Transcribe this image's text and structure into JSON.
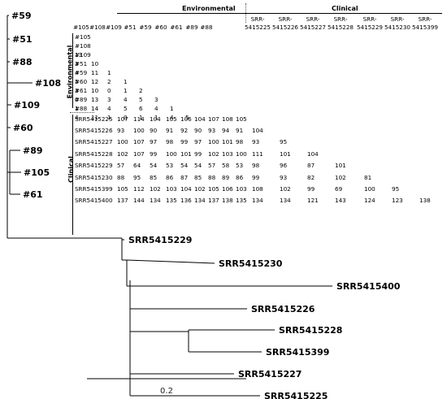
{
  "tree": {
    "leaves": [
      {
        "id": "#59",
        "label": "#59"
      },
      {
        "id": "#51",
        "label": "#51"
      },
      {
        "id": "#88",
        "label": "#88"
      },
      {
        "id": "#108",
        "label": "#108"
      },
      {
        "id": "#109",
        "label": "#109"
      },
      {
        "id": "#60",
        "label": "#60"
      },
      {
        "id": "#89",
        "label": "#89"
      },
      {
        "id": "#105",
        "label": "#105"
      },
      {
        "id": "#61",
        "label": "#61"
      },
      {
        "id": "SRR5415229",
        "label": "SRR5415229"
      },
      {
        "id": "SRR5415230",
        "label": "SRR5415230"
      },
      {
        "id": "SRR5415400",
        "label": "SRR5415400"
      },
      {
        "id": "SRR5415226",
        "label": "SRR5415226"
      },
      {
        "id": "SRR5415228",
        "label": "SRR5415228"
      },
      {
        "id": "SRR5415399",
        "label": "SRR5415399"
      },
      {
        "id": "SRR5415227",
        "label": "SRR5415227"
      },
      {
        "id": "SRR5415225",
        "label": "SRR5415225"
      }
    ],
    "scale_label": "0.2"
  },
  "matrix": {
    "group_environmental": "Environmental",
    "group_clinical": "Clinical",
    "env_columns": [
      "#105",
      "#108",
      "#109",
      "#51",
      "#59",
      "#60",
      "#61",
      "#89",
      "#88"
    ],
    "clin_columns": [
      {
        "top": "SRR-",
        "bottom": "5415225"
      },
      {
        "top": "SRR-",
        "bottom": "5415226"
      },
      {
        "top": "SRR-",
        "bottom": "5415227"
      },
      {
        "top": "SRR-",
        "bottom": "5415228"
      },
      {
        "top": "SRR-",
        "bottom": "5415229"
      },
      {
        "top": "SRR-",
        "bottom": "5415230"
      },
      {
        "top": "SRR-",
        "bottom": "5415399"
      }
    ],
    "env_rows": [
      {
        "label": "#105",
        "values": []
      },
      {
        "label": "#108",
        "values": [
          "13"
        ]
      },
      {
        "label": "#109",
        "values": [
          "3",
          "10"
        ]
      },
      {
        "label": "#51",
        "values": [
          "4",
          "11",
          "1"
        ]
      },
      {
        "label": "#59",
        "values": [
          "5",
          "12",
          "2",
          "1"
        ]
      },
      {
        "label": "#60",
        "values": [
          "3",
          "10",
          "0",
          "1",
          "2"
        ]
      },
      {
        "label": "#61",
        "values": [
          "0",
          "13",
          "3",
          "4",
          "5",
          "3"
        ]
      },
      {
        "label": "#89",
        "values": [
          "1",
          "14",
          "4",
          "5",
          "6",
          "4",
          "1"
        ]
      },
      {
        "label": "#88",
        "values": [
          "4",
          "11",
          "1",
          "0",
          "1",
          "1",
          "4",
          "5"
        ]
      }
    ],
    "clin_rows": [
      {
        "label": "SRR5415225",
        "env": [
          "107",
          "114",
          "104",
          "105",
          "106",
          "104",
          "107",
          "108",
          "105"
        ],
        "clin": []
      },
      {
        "label": "SRR5415226",
        "env": [
          "93",
          "100",
          "90",
          "91",
          "92",
          "90",
          "93",
          "94",
          "91"
        ],
        "clin": [
          "104"
        ]
      },
      {
        "label": "SRR5415227",
        "env": [
          "100",
          "107",
          "97",
          "98",
          "99",
          "97",
          "100",
          "101",
          "98"
        ],
        "clin": [
          "93",
          "95"
        ]
      },
      {
        "label": "SRR5415228",
        "env": [
          "102",
          "107",
          "99",
          "100",
          "101",
          "99",
          "102",
          "103",
          "100"
        ],
        "clin": [
          "111",
          "101",
          "104"
        ]
      },
      {
        "label": "SRR5415229",
        "env": [
          "57",
          "64",
          "54",
          "53",
          "54",
          "54",
          "57",
          "58",
          "53"
        ],
        "clin": [
          "98",
          "96",
          "87",
          "101"
        ]
      },
      {
        "label": "SRR5415230",
        "env": [
          "88",
          "95",
          "85",
          "86",
          "87",
          "85",
          "88",
          "89",
          "86"
        ],
        "clin": [
          "99",
          "93",
          "82",
          "102",
          "81"
        ]
      },
      {
        "label": "SRR5415399",
        "env": [
          "105",
          "112",
          "102",
          "103",
          "104",
          "102",
          "105",
          "106",
          "103"
        ],
        "clin": [
          "108",
          "102",
          "99",
          "69",
          "100",
          "95"
        ]
      },
      {
        "label": "SRR5415400",
        "env": [
          "137",
          "144",
          "134",
          "135",
          "136",
          "134",
          "137",
          "138",
          "135"
        ],
        "clin": [
          "134",
          "134",
          "121",
          "143",
          "124",
          "123",
          "138"
        ]
      }
    ]
  }
}
